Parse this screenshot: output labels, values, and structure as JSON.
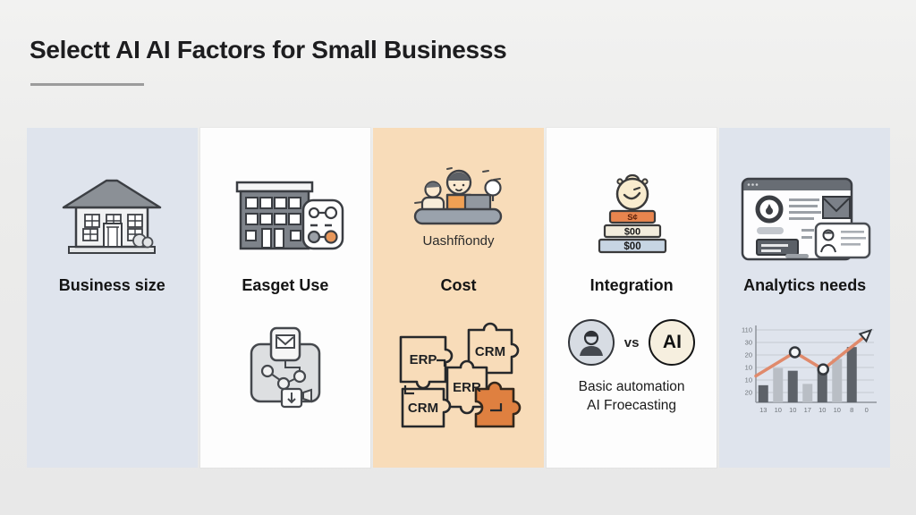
{
  "page": {
    "background": "#ededed"
  },
  "header": {
    "title": "Selectt AI AI Factors for Small Businesss"
  },
  "columns": [
    {
      "label": "Business size"
    },
    {
      "label": "Easget Use"
    },
    {
      "label": "Cost",
      "caption": "Uashfñondy",
      "puzzle": {
        "pieces": [
          "ERP",
          "CRM",
          "ERR",
          "CRM"
        ]
      }
    },
    {
      "label": "Integration",
      "money_stack": [
        "S¢",
        "$00",
        "$00"
      ],
      "comparison": {
        "vs_label": "vs",
        "ai_label": "AI"
      },
      "notes": [
        "Basic automation",
        "AI Froecasting"
      ]
    },
    {
      "label": "Analytics needs"
    }
  ],
  "icons": {
    "column_1": "office-house-icon",
    "column_2_top": "building-settings-icon",
    "column_2_bottom": "workflow-automation-icon",
    "column_3_top": "team-working-icon",
    "column_3_bottom": "puzzle-pieces-icon",
    "column_4_top": "piggy-bank-money-stack-icon",
    "column_4_bottom": "human-vs-ai-icon",
    "column_5_top": "dashboard-window-icon",
    "column_5_bottom": "mini-bar-chart"
  },
  "colors": {
    "accent_orange": "#e8854e",
    "panel_blue": "#dfe4ed",
    "panel_peach": "#f8dcb9",
    "panel_white": "#fdfdfd",
    "chart_line": "#e08a6c"
  },
  "chart_data": {
    "type": "bar",
    "title": "",
    "xlabel": "",
    "ylabel": "",
    "grid": true,
    "legend": false,
    "x_tick_labels": [
      "13",
      "10",
      "10",
      "17",
      "10",
      "10",
      "8",
      "0"
    ],
    "y_tick_labels": [
      "110",
      "30",
      "20",
      "10",
      "10",
      "20"
    ],
    "bar_values": [
      13,
      26,
      24,
      14,
      27,
      33,
      42
    ],
    "bar_colors": [
      "#5d6269",
      "#b9bec5"
    ],
    "value_scale_max": 55,
    "line": {
      "color": "#e08a6c",
      "points": [
        {
          "x": 0.0,
          "v": 20
        },
        {
          "x": 0.33,
          "v": 38
        },
        {
          "x": 0.57,
          "v": 25
        },
        {
          "x": 0.95,
          "v": 52
        }
      ],
      "marker_indices": [
        1,
        2
      ]
    }
  }
}
